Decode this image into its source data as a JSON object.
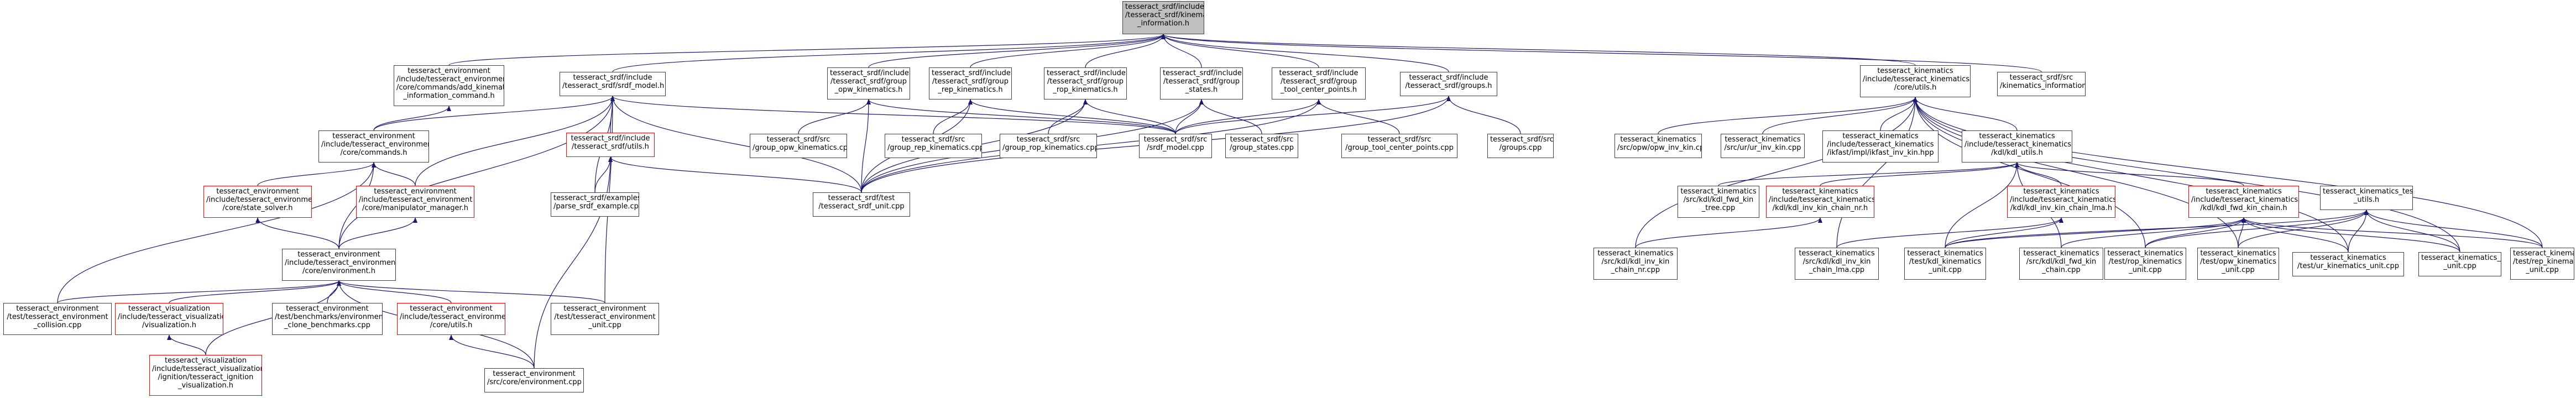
{
  "graph": {
    "nodes": [
      {
        "id": "root",
        "style": "root",
        "label": "tesseract_srdf/include\n/tesseract_srdf/kinematics\n_information.h"
      },
      {
        "id": "n_add",
        "style": "normal",
        "label": "tesseract_environment\n/include/tesseract_environment\n/core/commands/add_kinematics\n_information_command.h"
      },
      {
        "id": "n_srdfh",
        "style": "normal",
        "label": "tesseract_srdf/include\n/tesseract_srdf/srdf_model.h"
      },
      {
        "id": "n_opw",
        "style": "normal",
        "label": "tesseract_srdf/include\n/tesseract_srdf/group\n_opw_kinematics.h"
      },
      {
        "id": "n_rep",
        "style": "normal",
        "label": "tesseract_srdf/include\n/tesseract_srdf/group\n_rep_kinematics.h"
      },
      {
        "id": "n_rop",
        "style": "normal",
        "label": "tesseract_srdf/include\n/tesseract_srdf/group\n_rop_kinematics.h"
      },
      {
        "id": "n_states",
        "style": "normal",
        "label": "tesseract_srdf/include\n/tesseract_srdf/group\n_states.h"
      },
      {
        "id": "n_tcp",
        "style": "normal",
        "label": "tesseract_srdf/include\n/tesseract_srdf/group\n_tool_center_points.h"
      },
      {
        "id": "n_groups",
        "style": "normal",
        "label": "tesseract_srdf/include\n/tesseract_srdf/groups.h"
      },
      {
        "id": "n_kutils",
        "style": "normal",
        "label": "tesseract_kinematics\n/include/tesseract_kinematics\n/core/utils.h"
      },
      {
        "id": "n_kicpp",
        "style": "normal",
        "label": "tesseract_srdf/src\n/kinematics_information.cpp"
      },
      {
        "id": "n_commands",
        "style": "normal",
        "label": "tesseract_environment\n/include/tesseract_environment\n/core/commands.h"
      },
      {
        "id": "n_srdfutils",
        "style": "red",
        "label": "tesseract_srdf/include\n/tesseract_srdf/utils.h"
      },
      {
        "id": "n_g_opw",
        "style": "normal",
        "label": "tesseract_srdf/src\n/group_opw_kinematics.cpp"
      },
      {
        "id": "n_g_rep",
        "style": "normal",
        "label": "tesseract_srdf/src\n/group_rep_kinematics.cpp"
      },
      {
        "id": "n_g_rop",
        "style": "normal",
        "label": "tesseract_srdf/src\n/group_rop_kinematics.cpp"
      },
      {
        "id": "n_srdfcpp",
        "style": "normal",
        "label": "tesseract_srdf/src\n/srdf_model.cpp"
      },
      {
        "id": "n_g_states",
        "style": "normal",
        "label": "tesseract_srdf/src\n/group_states.cpp"
      },
      {
        "id": "n_g_tcp",
        "style": "normal",
        "label": "tesseract_srdf/src\n/group_tool_center_points.cpp"
      },
      {
        "id": "n_groupscpp",
        "style": "normal",
        "label": "tesseract_srdf/src\n/groups.cpp"
      },
      {
        "id": "n_opw_inv",
        "style": "normal",
        "label": "tesseract_kinematics\n/src/opw/opw_inv_kin.cpp"
      },
      {
        "id": "n_ur_inv",
        "style": "normal",
        "label": "tesseract_kinematics\n/src/ur/ur_inv_kin.cpp"
      },
      {
        "id": "n_ikfast",
        "style": "normal",
        "label": "tesseract_kinematics\n/include/tesseract_kinematics\n/ikfast/impl/ikfast_inv_kin.hpp"
      },
      {
        "id": "n_kdlutils",
        "style": "normal",
        "label": "tesseract_kinematics\n/include/tesseract_kinematics\n/kdl/kdl_utils.h"
      },
      {
        "id": "n_solver",
        "style": "red",
        "label": "tesseract_environment\n/include/tesseract_environment\n/core/state_solver.h"
      },
      {
        "id": "n_manip",
        "style": "red",
        "label": "tesseract_environment\n/include/tesseract_environment\n/core/manipulator_manager.h"
      },
      {
        "id": "n_parse",
        "style": "normal",
        "label": "tesseract_srdf/examples\n/parse_srdf_example.cpp"
      },
      {
        "id": "n_srdfunit",
        "style": "normal",
        "label": "tesseract_srdf/test\n/tesseract_srdf_unit.cpp"
      },
      {
        "id": "n_kdl_fwd_tree",
        "style": "normal",
        "label": "tesseract_kinematics\n/src/kdl/kdl_fwd_kin\n_tree.cpp"
      },
      {
        "id": "n_kdl_inv_lma_h",
        "style": "red",
        "label": "tesseract_kinematics\n/include/tesseract_kinematics\n/kdl/kdl_inv_kin_chain_nr.h"
      },
      {
        "id": "n_kdl_inv_lma_h2",
        "style": "red",
        "label": "tesseract_kinematics\n/include/tesseract_kinematics\n/kdl/kdl_inv_kin_chain_lma.h"
      },
      {
        "id": "n_kdl_fwd_chain_h",
        "style": "red",
        "label": "tesseract_kinematics\n/include/tesseract_kinematics\n/kdl/kdl_fwd_kin_chain.h"
      },
      {
        "id": "n_kin_test_utils",
        "style": "normal",
        "label": "tesseract_kinematics_test\n_utils.h"
      },
      {
        "id": "n_envh",
        "style": "normal",
        "label": "tesseract_environment\n/include/tesseract_environment\n/core/environment.h"
      },
      {
        "id": "n_kdl_inv_nr",
        "style": "normal",
        "label": "tesseract_kinematics\n/src/kdl/kdl_inv_kin\n_chain_nr.cpp"
      },
      {
        "id": "n_kdl_inv_lma",
        "style": "normal",
        "label": "tesseract_kinematics\n/src/kdl/kdl_inv_kin\n_chain_lma.cpp"
      },
      {
        "id": "n_kdl_unit",
        "style": "normal",
        "label": "tesseract_kinematics\n/test/kdl_kinematics\n_unit.cpp"
      },
      {
        "id": "n_kdl_fwd_chain",
        "style": "normal",
        "label": "tesseract_kinematics\n/src/kdl/kdl_fwd_kin\n_chain.cpp"
      },
      {
        "id": "n_rop_unit",
        "style": "normal",
        "label": "tesseract_kinematics\n/test/rop_kinematics\n_unit.cpp"
      },
      {
        "id": "n_opw_unit",
        "style": "normal",
        "label": "tesseract_kinematics\n/test/opw_kinematics\n_unit.cpp"
      },
      {
        "id": "n_ur_unit",
        "style": "normal",
        "label": "tesseract_kinematics\n/test/ur_kinematics_unit.cpp"
      },
      {
        "id": "n_core_unit",
        "style": "normal",
        "label": "tesseract_kinematics_core\n_unit.cpp"
      },
      {
        "id": "n_rep_unit",
        "style": "normal",
        "label": "tesseract_kinematics\n/test/rep_kinematics\n_unit.cpp"
      },
      {
        "id": "n_collision",
        "style": "normal",
        "label": "tesseract_environment\n/test/tesseract_environment\n_collision.cpp"
      },
      {
        "id": "n_vis",
        "style": "red",
        "label": "tesseract_visualization\n/include/tesseract_visualization\n/visualization.h"
      },
      {
        "id": "n_bench",
        "style": "normal",
        "label": "tesseract_environment\n/test/benchmarks/environment\n_clone_benchmarks.cpp"
      },
      {
        "id": "n_envutils",
        "style": "red",
        "label": "tesseract_environment\n/include/tesseract_environment\n/core/utils.h"
      },
      {
        "id": "n_envunit",
        "style": "normal",
        "label": "tesseract_environment\n/test/tesseract_environment\n_unit.cpp"
      },
      {
        "id": "n_envcpp",
        "style": "normal",
        "label": "tesseract_environment\n/src/core/environment.cpp"
      },
      {
        "id": "n_ign",
        "style": "red",
        "label": "tesseract_visualization\n/include/tesseract_visualization\n/ignition/tesseract_ignition\n_visualization.h"
      }
    ],
    "edges": [
      [
        "n_add",
        "root"
      ],
      [
        "n_srdfh",
        "root"
      ],
      [
        "n_opw",
        "root"
      ],
      [
        "n_rep",
        "root"
      ],
      [
        "n_rop",
        "root"
      ],
      [
        "n_states",
        "root"
      ],
      [
        "n_tcp",
        "root"
      ],
      [
        "n_groups",
        "root"
      ],
      [
        "n_kutils",
        "root"
      ],
      [
        "n_kicpp",
        "root"
      ],
      [
        "n_commands",
        "n_add"
      ],
      [
        "n_commands",
        "n_srdfh"
      ],
      [
        "n_srdfutils",
        "n_srdfh"
      ],
      [
        "n_parse",
        "n_srdfh"
      ],
      [
        "n_srdfunit",
        "n_srdfh"
      ],
      [
        "n_srdfcpp",
        "n_srdfh"
      ],
      [
        "n_manip",
        "n_srdfh"
      ],
      [
        "n_envh",
        "n_srdfh"
      ],
      [
        "n_envunit",
        "n_srdfh"
      ],
      [
        "n_g_opw",
        "n_opw"
      ],
      [
        "n_srdfcpp",
        "n_opw"
      ],
      [
        "n_srdfunit",
        "n_opw"
      ],
      [
        "n_g_rep",
        "n_rep"
      ],
      [
        "n_srdfcpp",
        "n_rep"
      ],
      [
        "n_srdfunit",
        "n_rep"
      ],
      [
        "n_g_rop",
        "n_rop"
      ],
      [
        "n_srdfcpp",
        "n_rop"
      ],
      [
        "n_srdfunit",
        "n_rop"
      ],
      [
        "n_g_states",
        "n_states"
      ],
      [
        "n_srdfcpp",
        "n_states"
      ],
      [
        "n_srdfunit",
        "n_states"
      ],
      [
        "n_g_tcp",
        "n_tcp"
      ],
      [
        "n_srdfcpp",
        "n_tcp"
      ],
      [
        "n_srdfunit",
        "n_tcp"
      ],
      [
        "n_groupscpp",
        "n_groups"
      ],
      [
        "n_srdfcpp",
        "n_groups"
      ],
      [
        "n_srdfunit",
        "n_groups"
      ],
      [
        "n_opw_inv",
        "n_kutils"
      ],
      [
        "n_ur_inv",
        "n_kutils"
      ],
      [
        "n_ikfast",
        "n_kutils"
      ],
      [
        "n_kdlutils",
        "n_kutils"
      ],
      [
        "n_kdl_inv_nr",
        "n_kutils"
      ],
      [
        "n_kdl_inv_lma",
        "n_kutils"
      ],
      [
        "n_rop_unit",
        "n_kutils"
      ],
      [
        "n_opw_unit",
        "n_kutils"
      ],
      [
        "n_ur_unit",
        "n_kutils"
      ],
      [
        "n_core_unit",
        "n_kutils"
      ],
      [
        "n_rep_unit",
        "n_kutils"
      ],
      [
        "n_solver",
        "n_commands"
      ],
      [
        "n_manip",
        "n_commands"
      ],
      [
        "n_envh",
        "n_commands"
      ],
      [
        "n_collision",
        "n_commands"
      ],
      [
        "n_parse",
        "n_srdfutils"
      ],
      [
        "n_srdfunit",
        "n_srdfutils"
      ],
      [
        "n_envcpp",
        "n_srdfutils"
      ],
      [
        "n_envh",
        "n_solver"
      ],
      [
        "n_envh",
        "n_manip"
      ],
      [
        "n_kdl_fwd_tree",
        "n_kdlutils"
      ],
      [
        "n_kdl_inv_lma_h",
        "n_kdlutils"
      ],
      [
        "n_kdl_inv_lma_h2",
        "n_kdlutils"
      ],
      [
        "n_kdl_fwd_chain_h",
        "n_kdlutils"
      ],
      [
        "n_kdl_unit",
        "n_kdlutils"
      ],
      [
        "n_kdl_fwd_chain",
        "n_kdlutils"
      ],
      [
        "n_kdl_inv_nr",
        "n_kdl_inv_lma_h"
      ],
      [
        "n_kdl_inv_lma",
        "n_kdl_inv_lma_h2"
      ],
      [
        "n_kdl_unit",
        "n_kdl_inv_lma_h2"
      ],
      [
        "n_kdl_fwd_chain",
        "n_kdl_fwd_chain_h"
      ],
      [
        "n_kdl_unit",
        "n_kdl_fwd_chain_h"
      ],
      [
        "n_rop_unit",
        "n_kdl_fwd_chain_h"
      ],
      [
        "n_opw_unit",
        "n_kdl_fwd_chain_h"
      ],
      [
        "n_ur_unit",
        "n_kdl_fwd_chain_h"
      ],
      [
        "n_core_unit",
        "n_kdl_fwd_chain_h"
      ],
      [
        "n_rep_unit",
        "n_kdl_fwd_chain_h"
      ],
      [
        "n_kdl_unit",
        "n_kin_test_utils"
      ],
      [
        "n_rop_unit",
        "n_kin_test_utils"
      ],
      [
        "n_opw_unit",
        "n_kin_test_utils"
      ],
      [
        "n_ur_unit",
        "n_kin_test_utils"
      ],
      [
        "n_core_unit",
        "n_kin_test_utils"
      ],
      [
        "n_rep_unit",
        "n_kin_test_utils"
      ],
      [
        "n_collision",
        "n_envh"
      ],
      [
        "n_vis",
        "n_envh"
      ],
      [
        "n_bench",
        "n_envh"
      ],
      [
        "n_envutils",
        "n_envh"
      ],
      [
        "n_envunit",
        "n_envh"
      ],
      [
        "n_envcpp",
        "n_envh"
      ],
      [
        "n_ign",
        "n_envh"
      ],
      [
        "n_ign",
        "n_vis"
      ],
      [
        "n_envcpp",
        "n_envutils"
      ]
    ],
    "colors": {
      "edge": "#191970",
      "border": "#404040",
      "highlight_border": "#ff0000",
      "root_fill": "#bfbfbf"
    }
  }
}
